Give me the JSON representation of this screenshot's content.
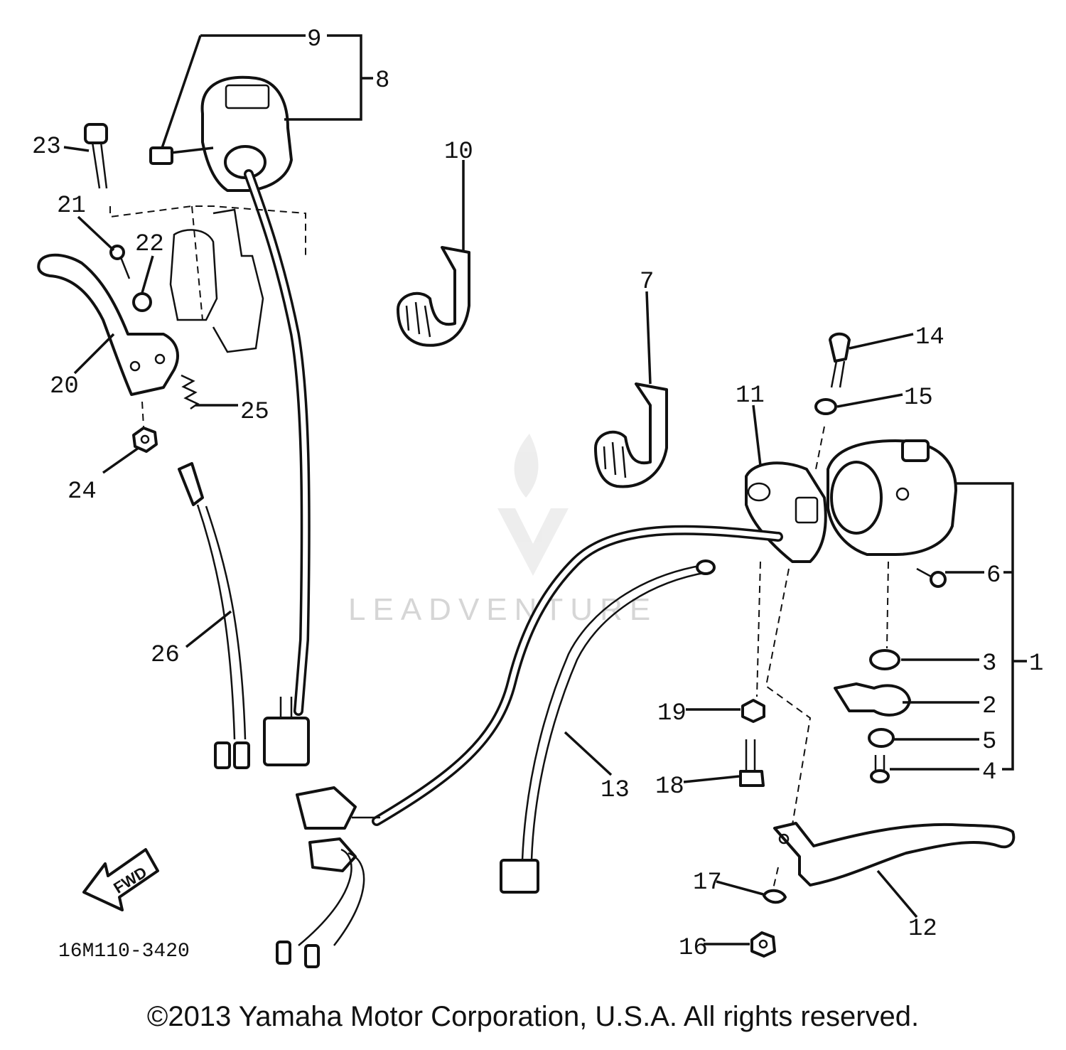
{
  "diagram": {
    "part_labels": [
      "1",
      "2",
      "3",
      "4",
      "5",
      "6",
      "7",
      "8",
      "9",
      "10",
      "11",
      "12",
      "13",
      "14",
      "15",
      "16",
      "17",
      "18",
      "19",
      "20",
      "21",
      "22",
      "23",
      "24",
      "25",
      "26"
    ],
    "reference_code": "16M110-3420",
    "forward_marker": "FWD",
    "watermark": "LEADVENTURE",
    "copyright": "©2013 Yamaha Motor Corporation, U.S.A. All rights reserved."
  }
}
